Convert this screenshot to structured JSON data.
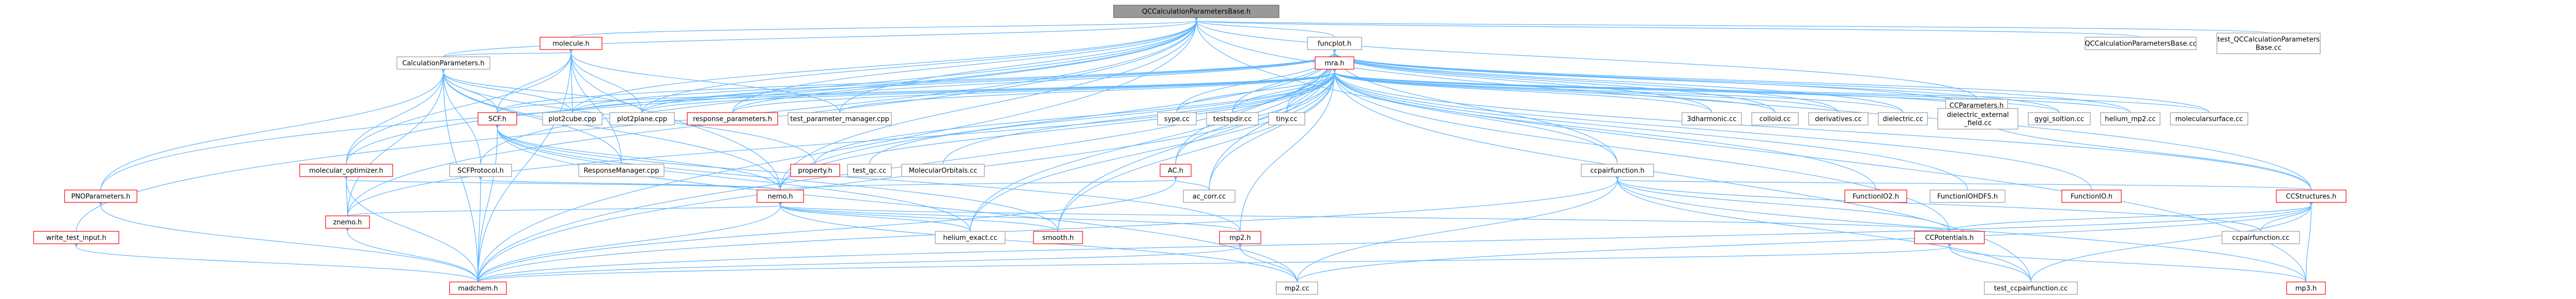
{
  "colors": {
    "root_fill": "#999999",
    "root_border": "#666666",
    "node_fill": "#ffffff",
    "node_border": "#999999",
    "red_border": "#ff0000",
    "text": "#000000",
    "edge": "#63b8ff"
  },
  "nodes": [
    {
      "id": "root",
      "label": "QCCalculationParametersBase.h",
      "style": "root"
    },
    {
      "id": "molecule",
      "label": "molecule.h",
      "style": "red"
    },
    {
      "id": "funcplot",
      "label": "funcplot.h",
      "style": "normal"
    },
    {
      "id": "ccparams",
      "label": "CCParameters.h",
      "style": "normal"
    },
    {
      "id": "qcbase_cc",
      "label": "QCCalculationParametersBase.cc",
      "style": "normal"
    },
    {
      "id": "test_qcbase",
      "label": "test_QCCalculationParameters\nBase.cc",
      "style": "normal"
    },
    {
      "id": "calcparams",
      "label": "CalculationParameters.h",
      "style": "normal"
    },
    {
      "id": "mra",
      "label": "mra.h",
      "style": "red"
    },
    {
      "id": "scf",
      "label": "SCF.h",
      "style": "red"
    },
    {
      "id": "plot2cube",
      "label": "plot2cube.cpp",
      "style": "normal"
    },
    {
      "id": "plot2plane",
      "label": "plot2plane.cpp",
      "style": "normal"
    },
    {
      "id": "response_params",
      "label": "response_parameters.h",
      "style": "red"
    },
    {
      "id": "test_pm",
      "label": "test_parameter_manager.cpp",
      "style": "normal"
    },
    {
      "id": "sypc",
      "label": "sype.cc",
      "style": "normal"
    },
    {
      "id": "testspdir",
      "label": "testspdir.cc",
      "style": "normal"
    },
    {
      "id": "tiny",
      "label": "tiny.cc",
      "style": "normal"
    },
    {
      "id": "b3harmonic",
      "label": "3dharmonic.cc",
      "style": "normal"
    },
    {
      "id": "colloid",
      "label": "colloid.cc",
      "style": "normal"
    },
    {
      "id": "derivatives",
      "label": "derivatives.cc",
      "style": "normal"
    },
    {
      "id": "dielectric",
      "label": "dielectric.cc",
      "style": "normal"
    },
    {
      "id": "dielectric_ext",
      "label": "dielectric_external\n_field.cc",
      "style": "normal"
    },
    {
      "id": "gygi",
      "label": "gygi_soltion.cc",
      "style": "normal"
    },
    {
      "id": "helium_mp2",
      "label": "helium_mp2.cc",
      "style": "normal"
    },
    {
      "id": "molsurf",
      "label": "molecularsurface.cc",
      "style": "normal"
    },
    {
      "id": "mol_opt",
      "label": "molecular_optimizer.h",
      "style": "red"
    },
    {
      "id": "scfprotocol",
      "label": "SCFProtocol.h",
      "style": "normal"
    },
    {
      "id": "respmgr",
      "label": "ResponseManager.cpp",
      "style": "normal"
    },
    {
      "id": "property",
      "label": "property.h",
      "style": "red"
    },
    {
      "id": "test_qc",
      "label": "test_qc.cc",
      "style": "normal"
    },
    {
      "id": "molorbitals",
      "label": "MolecularOrbitals.cc",
      "style": "normal"
    },
    {
      "id": "ac",
      "label": "AC.h",
      "style": "red"
    },
    {
      "id": "ac_corr",
      "label": "ac_corr.cc",
      "style": "normal"
    },
    {
      "id": "ccpairfunction",
      "label": "ccpairfunction.h",
      "style": "normal"
    },
    {
      "id": "func2d",
      "label": "FunctionIO2.h",
      "style": "red"
    },
    {
      "id": "funchdf5",
      "label": "FunctionIOHDF5.h",
      "style": "normal"
    },
    {
      "id": "funcio",
      "label": "FunctionIO.h",
      "style": "red"
    },
    {
      "id": "ccstructures",
      "label": "CCStructures.h",
      "style": "red"
    },
    {
      "id": "pno",
      "label": "PNOParameters.h",
      "style": "red"
    },
    {
      "id": "nemo",
      "label": "nemo.h",
      "style": "red"
    },
    {
      "id": "znemo",
      "label": "znemo.h",
      "style": "red"
    },
    {
      "id": "write_test",
      "label": "write_test_input.h",
      "style": "red"
    },
    {
      "id": "helium_exact",
      "label": "helium_exact.cc",
      "style": "normal"
    },
    {
      "id": "smooth",
      "label": "smooth.h",
      "style": "red"
    },
    {
      "id": "mp2h",
      "label": "mp2.h",
      "style": "red"
    },
    {
      "id": "ccpotentials",
      "label": "CCPotentials.h",
      "style": "red"
    },
    {
      "id": "ccpairfunction_cc",
      "label": "ccpairfunction.cc",
      "style": "normal"
    },
    {
      "id": "madchem",
      "label": "madchem.h",
      "style": "red"
    },
    {
      "id": "mp2cc",
      "label": "mp2.cc",
      "style": "normal"
    },
    {
      "id": "test_ccpair",
      "label": "test_ccpairfunction.cc",
      "style": "normal"
    },
    {
      "id": "mp3",
      "label": "mp3.h",
      "style": "red"
    }
  ]
}
